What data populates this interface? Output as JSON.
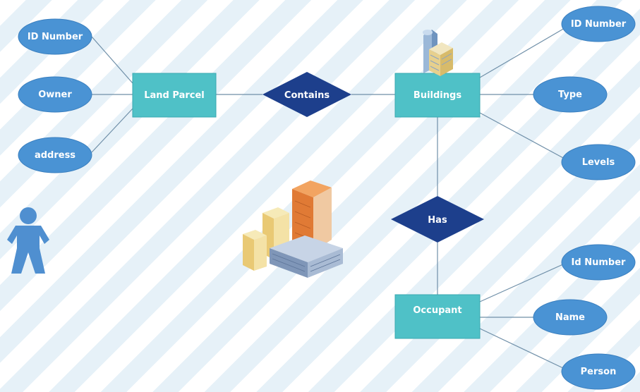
{
  "diagram": {
    "entities": {
      "land_parcel": "Land Parcel",
      "buildings": "Buildings",
      "occupant": "Occupant"
    },
    "relationships": {
      "contains": "Contains",
      "has": "Has"
    },
    "attributes": {
      "land_parcel": [
        "ID Number",
        "Owner",
        "address"
      ],
      "buildings": [
        "ID Number",
        "Type",
        "Levels"
      ],
      "occupant": [
        "Id Number",
        "Name",
        "Person"
      ]
    }
  },
  "colors": {
    "entity_fill": "#4fc1c7",
    "relationship_fill": "#1d3f8c",
    "attribute_fill": "#4a93d4",
    "connector": "#6f8fa8",
    "person_icon": "#4f8fd0"
  },
  "icons": [
    "person-icon",
    "small-building-icon",
    "city-buildings-icon"
  ]
}
